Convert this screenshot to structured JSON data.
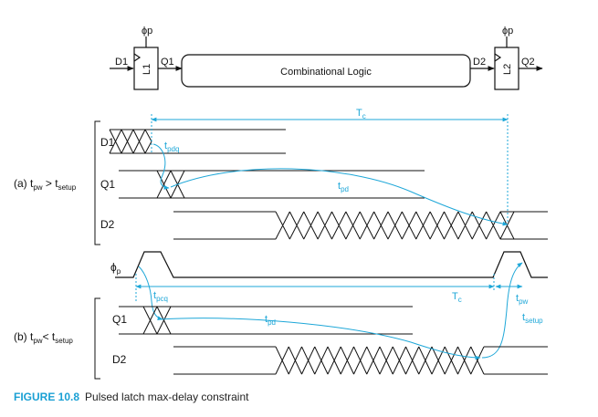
{
  "figure": {
    "number": "FIGURE 10.8",
    "title": "Pulsed latch max-delay constraint"
  },
  "block_diagram": {
    "clock": "ϕp",
    "input": "D1",
    "latch1": "L1",
    "latch1_out": "Q1",
    "logic": "Combinational Logic",
    "latch2_in": "D2",
    "latch2": "L2",
    "output": "Q2"
  },
  "case_a": {
    "label": "(a) t",
    "sub1": "pw",
    "op": " > t",
    "sub2": "setup",
    "signals": [
      "D1",
      "Q1",
      "D2"
    ],
    "annotations": {
      "Tc": "T",
      "Tc_sub": "c",
      "tpdq": "t",
      "tpdq_sub": "pdq",
      "tpd": "t",
      "tpd_sub": "pd"
    }
  },
  "clock_row": {
    "label": "ϕ",
    "label_sub": "p",
    "annotations": {
      "tpcq": "t",
      "tpcq_sub": "pcq",
      "Tc": "T",
      "Tc_sub": "c",
      "tpw": "t",
      "tpw_sub": "pw",
      "tsetup": "t",
      "tsetup_sub": "setup"
    }
  },
  "case_b": {
    "label": "(b) t",
    "sub1": "pw",
    "op": "< t",
    "sub2": "setup",
    "signals": [
      "Q1",
      "D2"
    ],
    "annotations": {
      "tpd": "t",
      "tpd_sub": "pd"
    }
  },
  "colors": {
    "annotation": "#1ea7d8",
    "waveform": "#111111",
    "caption_accent": "#1aa0d4"
  }
}
